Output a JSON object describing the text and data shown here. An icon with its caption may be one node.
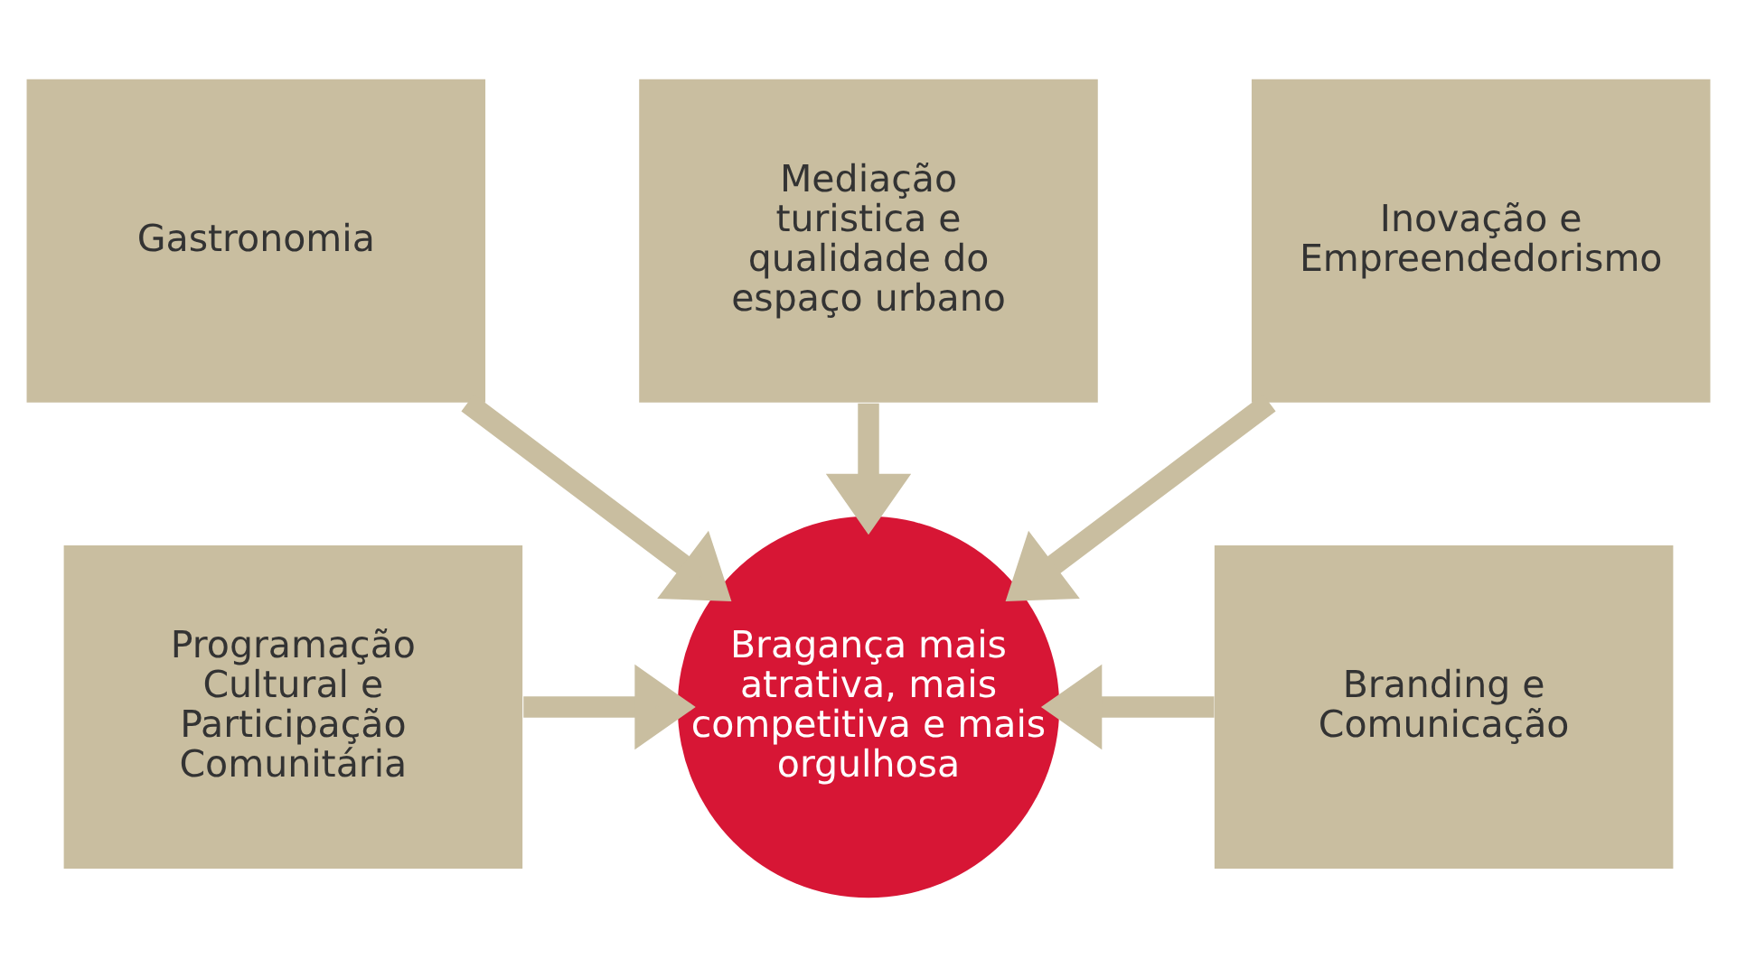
{
  "diagram": {
    "nodes": [
      {
        "text": [
          "Mediação turistica e qualidade do espaço urbano"
        ]
      },
      {
        "text": [
          "Gastronomia"
        ]
      },
      {
        "text": [
          "Inovação e Empreendedorismo"
        ]
      },
      {
        "text": [
          "Programação Cultural e Participação Comunitária"
        ]
      },
      {
        "text": [
          "Bragança mais atrativa, mais competitiva e mais orgulhosa"
        ]
      },
      {
        "text": [
          "Branding e Comunicação"
        ]
      }
    ],
    "edges": [
      {
        "from": 1,
        "to": 4,
        "arrow": "to"
      },
      {
        "from": 0,
        "to": 4,
        "arrow": "to"
      },
      {
        "from": 2,
        "to": 4,
        "arrow": "to"
      },
      {
        "from": 3,
        "to": 4,
        "arrow": "to"
      },
      {
        "from": 5,
        "to": 4,
        "arrow": "to"
      }
    ]
  }
}
